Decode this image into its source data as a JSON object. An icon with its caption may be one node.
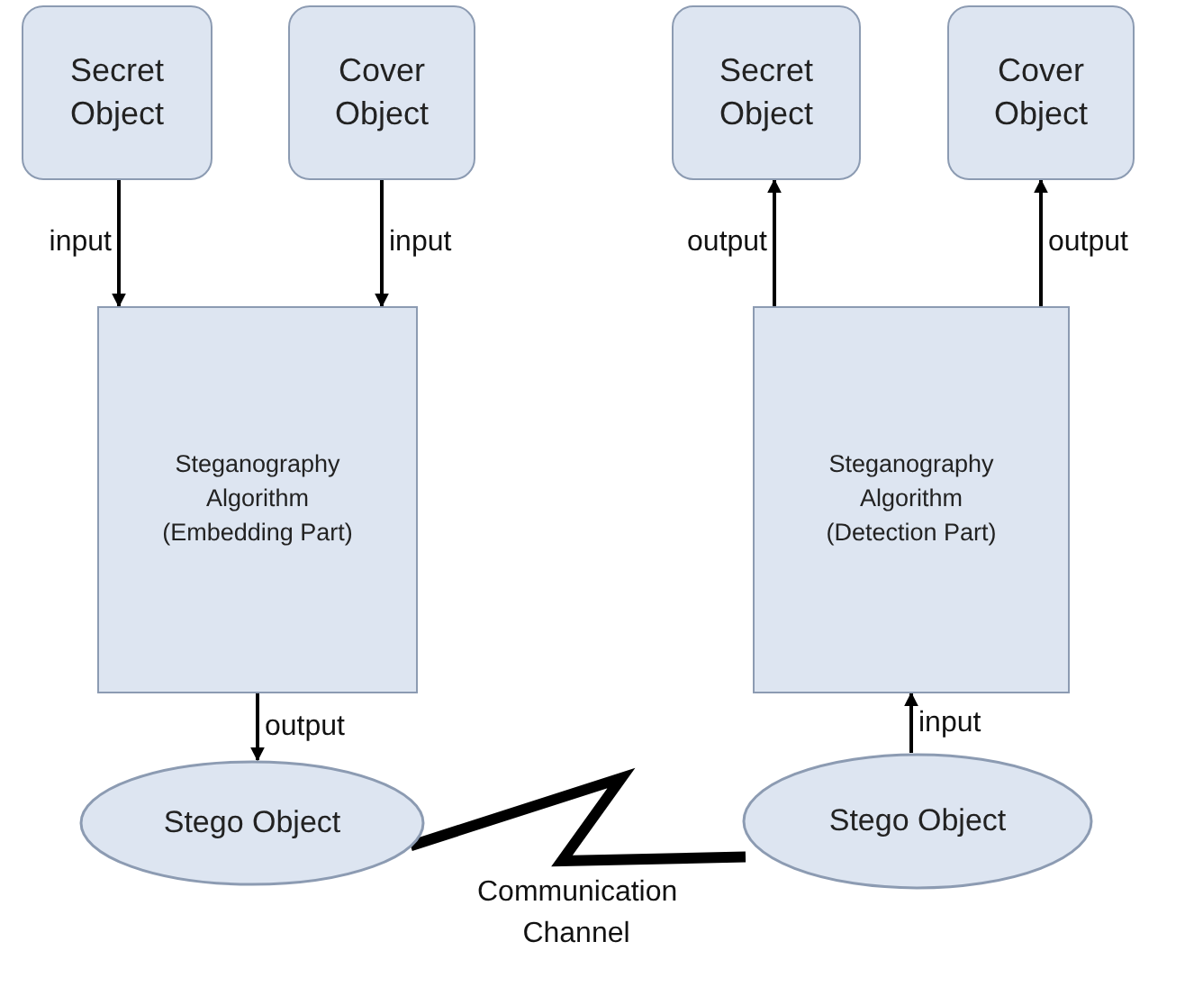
{
  "diagram": {
    "nodes": [
      {
        "text": [
          "Secret Object"
        ]
      },
      {
        "text": [
          "Cover Object"
        ]
      },
      {
        "text": [
          "Steganography Algorithm (Embedding Part)"
        ]
      },
      {
        "text": [
          "Stego Object"
        ]
      },
      {
        "text": [
          "Secret Object"
        ]
      },
      {
        "text": [
          "Cover Object"
        ]
      },
      {
        "text": [
          "Steganography Algorithm (Detection Part)"
        ]
      },
      {
        "text": [
          "Stego Object"
        ]
      }
    ],
    "edges": [
      {
        "from": 0,
        "to": 2,
        "arrow": "to",
        "label": "input"
      },
      {
        "from": 1,
        "to": 2,
        "arrow": "to",
        "label": "input"
      },
      {
        "from": 2,
        "to": 3,
        "arrow": "to",
        "label": "output"
      },
      {
        "from": 6,
        "to": 4,
        "arrow": "to",
        "label": "output"
      },
      {
        "from": 6,
        "to": 5,
        "arrow": "to",
        "label": "output"
      },
      {
        "from": 7,
        "to": 6,
        "arrow": "to",
        "label": "input"
      },
      {
        "from": 3,
        "to": 7,
        "arrow": "none",
        "label": "Communication Channel",
        "style": "thick"
      }
    ]
  }
}
